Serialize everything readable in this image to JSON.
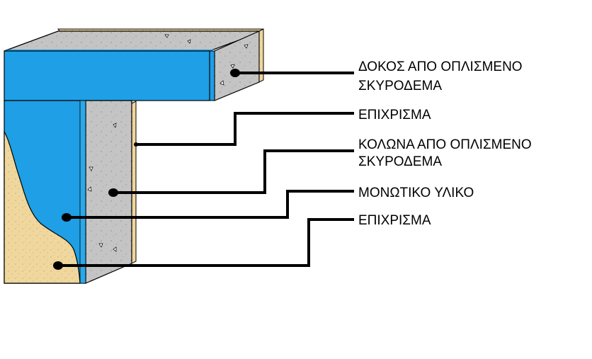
{
  "labels": {
    "beam_line1": "ΔΟΚΟΣ ΑΠΟ ΟΠΛΙΣΜΕΝΟ",
    "beam_line2": "ΣΚΥΡΟΔΕΜΑ",
    "plaster_outer": "ΕΠΙΧΡΙΣΜΑ",
    "column_line1": "ΚΟΛΩΝΑ ΑΠΟ ΟΠΛΙΣΜΕΝΟ",
    "column_line2": "ΣΚΥΡΟΔΕΜΑ",
    "insulation": "ΜΟΝΩΤΙΚΟ ΥΛΙΚΟ",
    "plaster_inner": "ΕΠΙΧΡΙΣΜΑ"
  },
  "colors": {
    "concrete": "#c4c4c4",
    "concrete_dark": "#a9a9a9",
    "insulation": "#1e9fe6",
    "plaster": "#efd79d",
    "leader": "#000000"
  }
}
